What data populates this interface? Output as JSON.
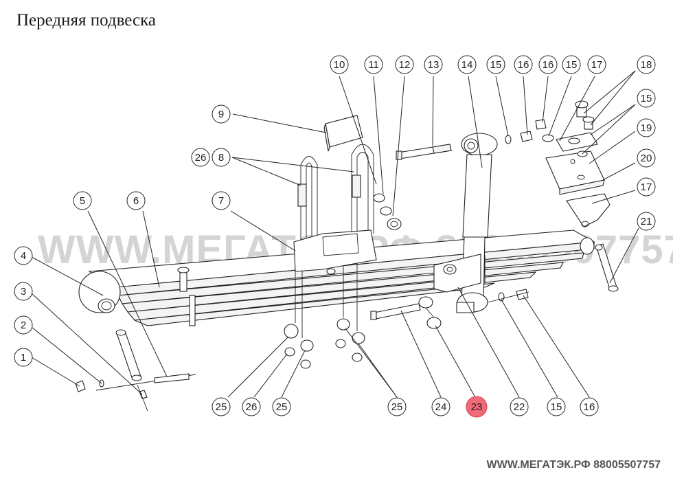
{
  "title": "Передняя подвеска",
  "watermark": "WWW.МЕГАТЭК.РФ 88005507757",
  "footer_watermark": "WWW.МЕГАТЭК.РФ 88005507757",
  "highlight_color": "#f06a78",
  "callouts": [
    "1",
    "2",
    "3",
    "4",
    "5",
    "6",
    "7",
    "8",
    "9",
    "10",
    "11",
    "12",
    "13",
    "14",
    "15",
    "16",
    "16",
    "15",
    "17",
    "18",
    "15",
    "19",
    "20",
    "17",
    "21",
    "25",
    "26",
    "25",
    "25",
    "24",
    "23",
    "22",
    "15",
    "16",
    "26"
  ],
  "highlighted_callout": "23"
}
